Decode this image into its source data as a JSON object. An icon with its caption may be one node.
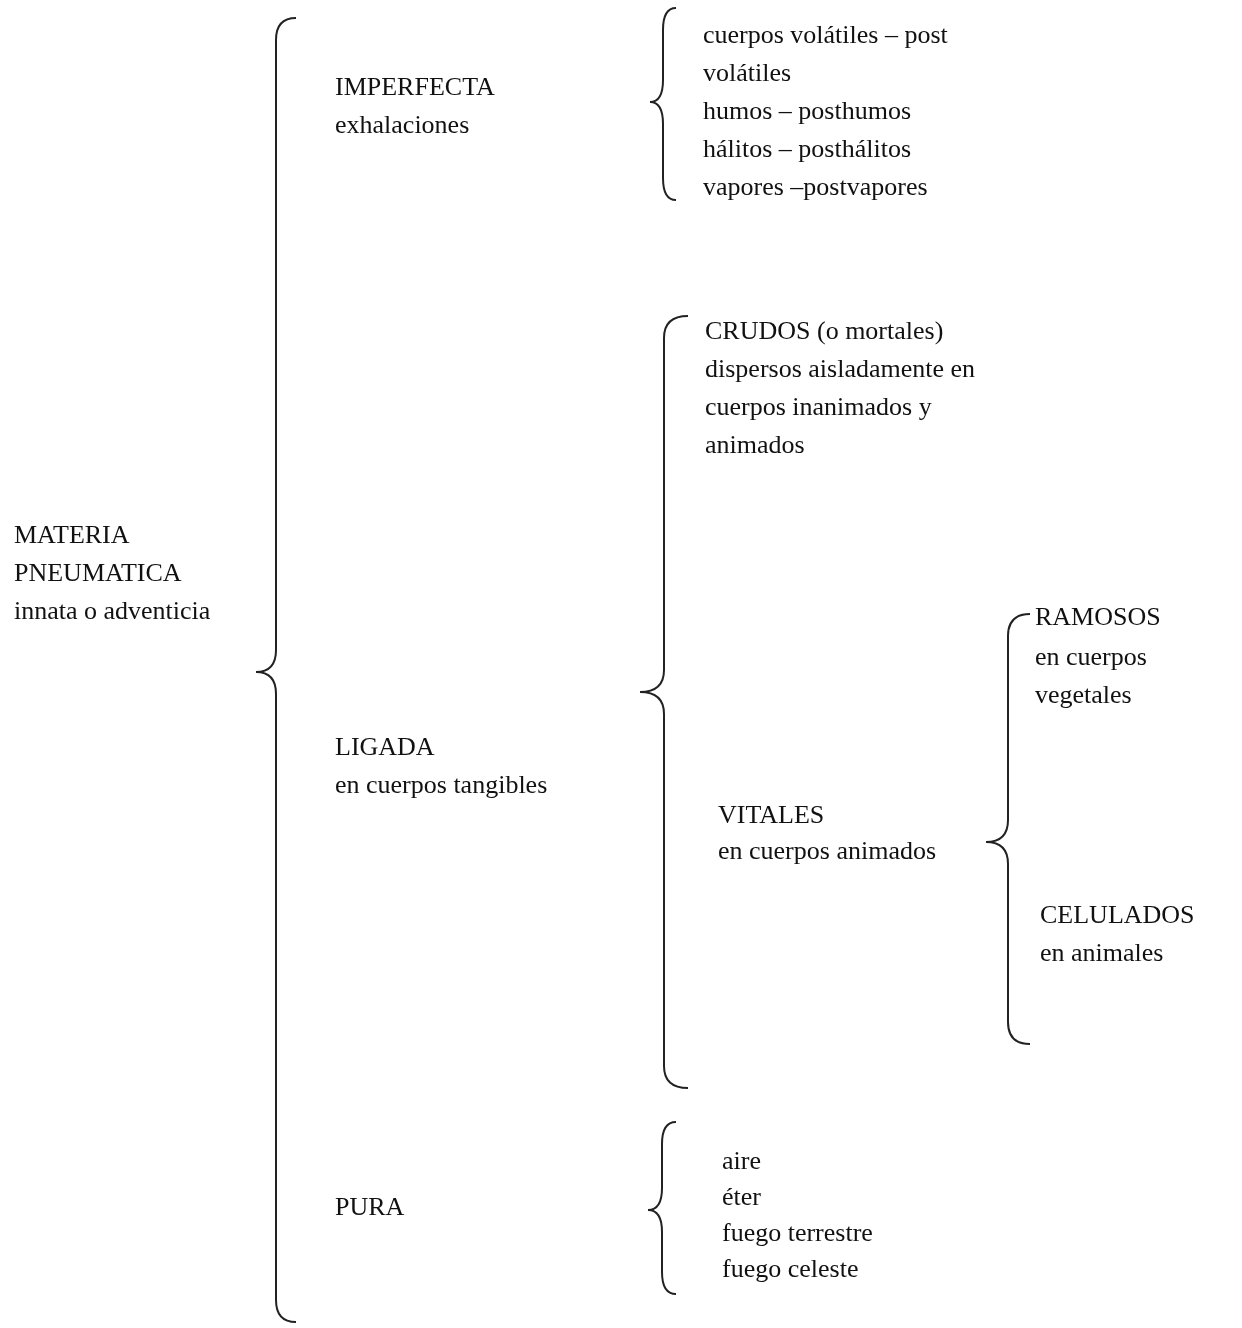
{
  "diagram": {
    "labels": [
      "MATERIA PNEUMATICA",
      "innata o adventicia",
      "IMPERFECTA",
      "exhalaciones",
      "cuerpos volátiles – post volátiles",
      "humos – posthumos",
      "hálitos – posthálitos",
      "vapores –postvapores",
      "CRUDOS (o mortales)",
      "dispersos aisladamente en cuerpos inanimados y animados",
      "RAMOSOS",
      "en cuerpos vegetales",
      "LIGADA",
      "en cuerpos tangibles",
      "VITALES",
      "en cuerpos animados",
      "CELULADOS",
      "en animales",
      "PURA",
      "aire",
      "éter",
      "fuego terrestre",
      "fuego celeste"
    ]
  }
}
